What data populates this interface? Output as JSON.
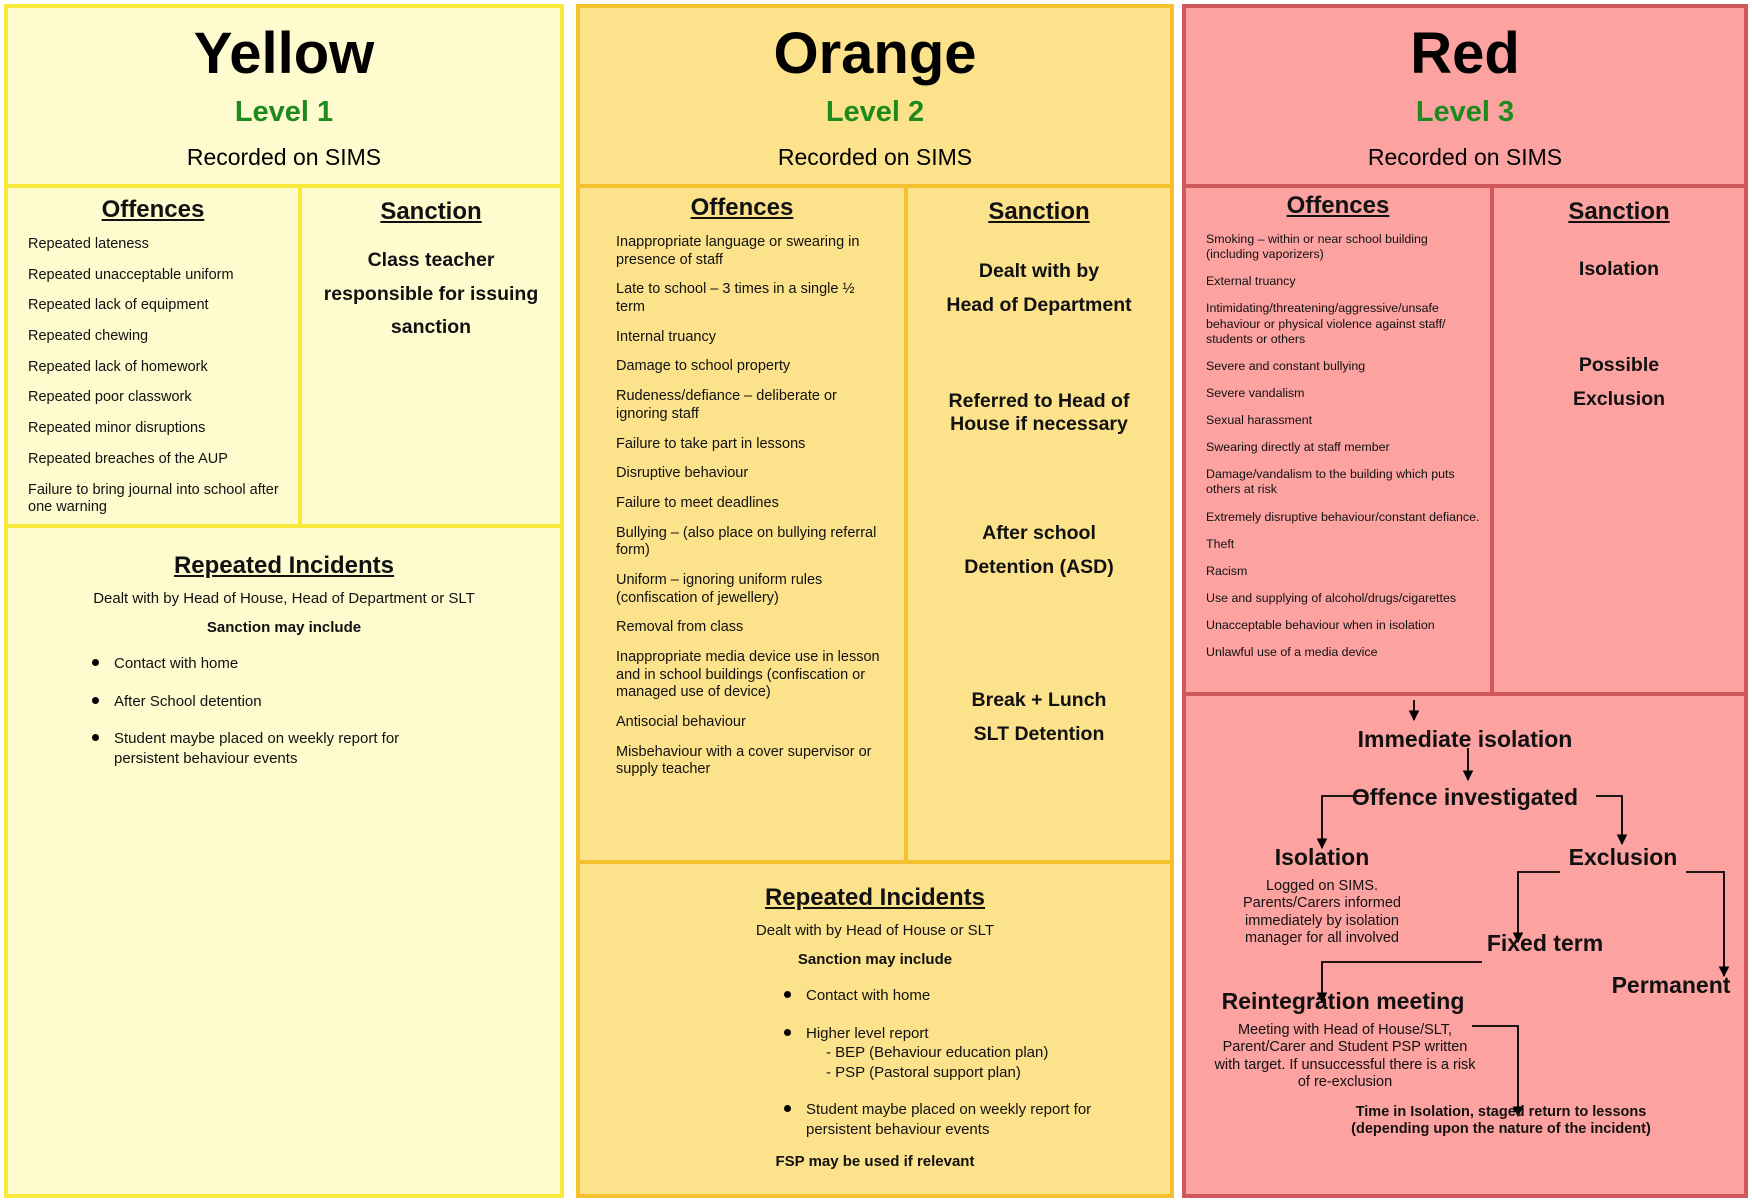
{
  "yellow": {
    "title": "Yellow",
    "level": "Level 1",
    "recorded": "Recorded on SIMS",
    "offences_title": "Offences",
    "offences": [
      "Repeated lateness",
      "Repeated unacceptable uniform",
      "Repeated lack of equipment",
      "Repeated chewing",
      "Repeated lack of homework",
      "Repeated poor classwork",
      "Repeated minor disruptions",
      "Repeated breaches of the AUP",
      "Failure to bring journal into school after one warning"
    ],
    "sanction_title": "Sanction",
    "sanction_lines": [
      "Class teacher",
      "responsible for issuing",
      "sanction"
    ],
    "repeated": {
      "title": "Repeated Incidents",
      "dealt": "Dealt with by Head of House, Head of Department or SLT",
      "may_include": "Sanction may include",
      "items": [
        "Contact with home",
        "After School detention",
        "Student maybe placed on weekly report for persistent behaviour events"
      ]
    }
  },
  "orange": {
    "title": "Orange",
    "level": "Level 2",
    "recorded": "Recorded on SIMS",
    "offences_title": "Offences",
    "offences": [
      "Inappropriate language or swearing in presence of staff",
      "Late to school – 3 times in a single ½ term",
      "Internal truancy",
      "Damage to school property",
      "Rudeness/defiance – deliberate or ignoring staff",
      "Failure to take part in lessons",
      "Disruptive behaviour",
      "Failure to meet deadlines",
      "Bullying – (also place on bullying referral form)",
      "Uniform – ignoring uniform rules (confiscation of jewellery)",
      "Removal from class",
      "Inappropriate media device use in lesson and in school buildings (confiscation or managed use of device)",
      "Antisocial behaviour",
      "Misbehaviour with a cover supervisor or supply teacher"
    ],
    "sanction_title": "Sanction",
    "sanction_groups": [
      [
        "Dealt with by",
        "Head of Department"
      ],
      [
        "Referred to Head of",
        "House if necessary"
      ],
      [
        "After school",
        "Detention (ASD)"
      ],
      [
        "Break + Lunch",
        "SLT Detention"
      ]
    ],
    "repeated": {
      "title": "Repeated Incidents",
      "dealt": "Dealt with by Head of House or SLT",
      "may_include": "Sanction may include",
      "item1": "Contact with home",
      "item2": "Higher level report",
      "item2_sub1": "- BEP (Behaviour education plan)",
      "item2_sub2": "- PSP (Pastoral support plan)",
      "item3": "Student maybe placed on weekly report for persistent behaviour events",
      "fsp": "FSP may be used if relevant"
    }
  },
  "red": {
    "title": "Red",
    "level": "Level 3",
    "recorded": "Recorded on SIMS",
    "offences_title": "Offences",
    "offences": [
      "Smoking – within or near school building (including vaporizers)",
      "External truancy",
      "Intimidating/threatening/aggressive/unsafe behaviour or physical violence against staff/ students or others",
      "Severe and constant bullying",
      "Severe vandalism",
      "Sexual harassment",
      "Swearing directly at staff member",
      "Damage/vandalism to the building which puts others at risk",
      "Extremely disruptive behaviour/constant defiance.",
      "Theft",
      "Racism",
      "Use and supplying of alcohol/drugs/cigarettes",
      "Unacceptable behaviour when in isolation",
      "Unlawful use of a media device"
    ],
    "sanction_title": "Sanction",
    "sanction_1": "Isolation",
    "sanction_2a": "Possible",
    "sanction_2b": "Exclusion",
    "flow": {
      "immediate": "Immediate isolation",
      "investigated": "Offence investigated",
      "isolation": "Isolation",
      "isolation_note": "Logged on SIMS. Parents/Carers informed immediately by isolation manager for all involved",
      "exclusion": "Exclusion",
      "fixed": "Fixed term",
      "permanent": "Permanent",
      "reintegration": "Reintegration meeting",
      "reintegration_note": "Meeting with Head of House/SLT, Parent/Carer and Student PSP written with target. If unsuccessful there is a risk of re-exclusion",
      "final": "Time in Isolation, staged return to lessons (depending upon the nature of the incident)"
    }
  }
}
